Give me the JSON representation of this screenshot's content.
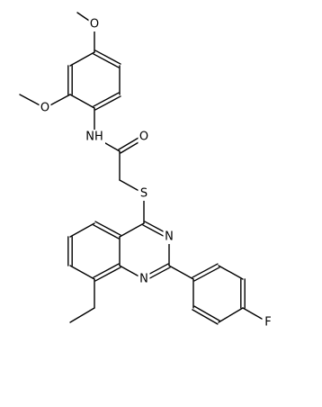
{
  "atom_labels": {
    "o_methoxy_top": "O",
    "o_methoxy_left": "O",
    "nh": "NH",
    "o_carbonyl": "O",
    "s": "S",
    "n3": "N",
    "n1": "N",
    "f": "F"
  },
  "colors": {
    "bond": "#000000",
    "label": "#000000",
    "background": "#ffffff"
  }
}
